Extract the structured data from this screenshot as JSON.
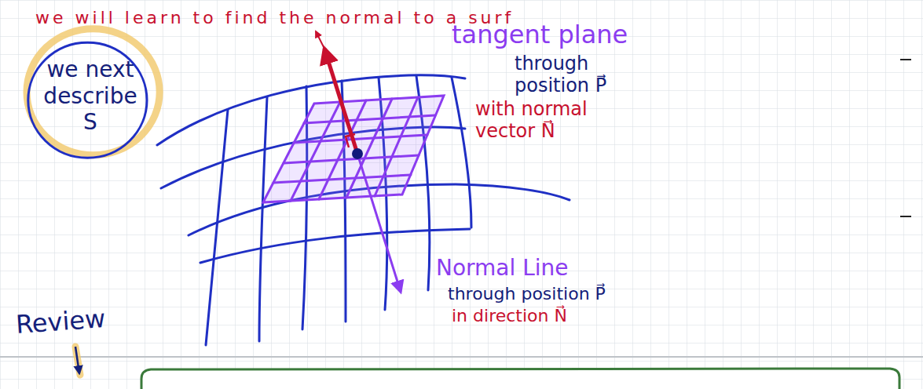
{
  "diagram": {
    "nodes": [
      {
        "text": [
          "we next describe S"
        ]
      }
    ],
    "labels": [
      "we will learn to find the normal to a surf",
      "tangent plane",
      "through position P⃗",
      "with normal vector N⃗",
      "Normal Line",
      "through position P⃗",
      "in direction N⃗",
      "Review"
    ]
  }
}
